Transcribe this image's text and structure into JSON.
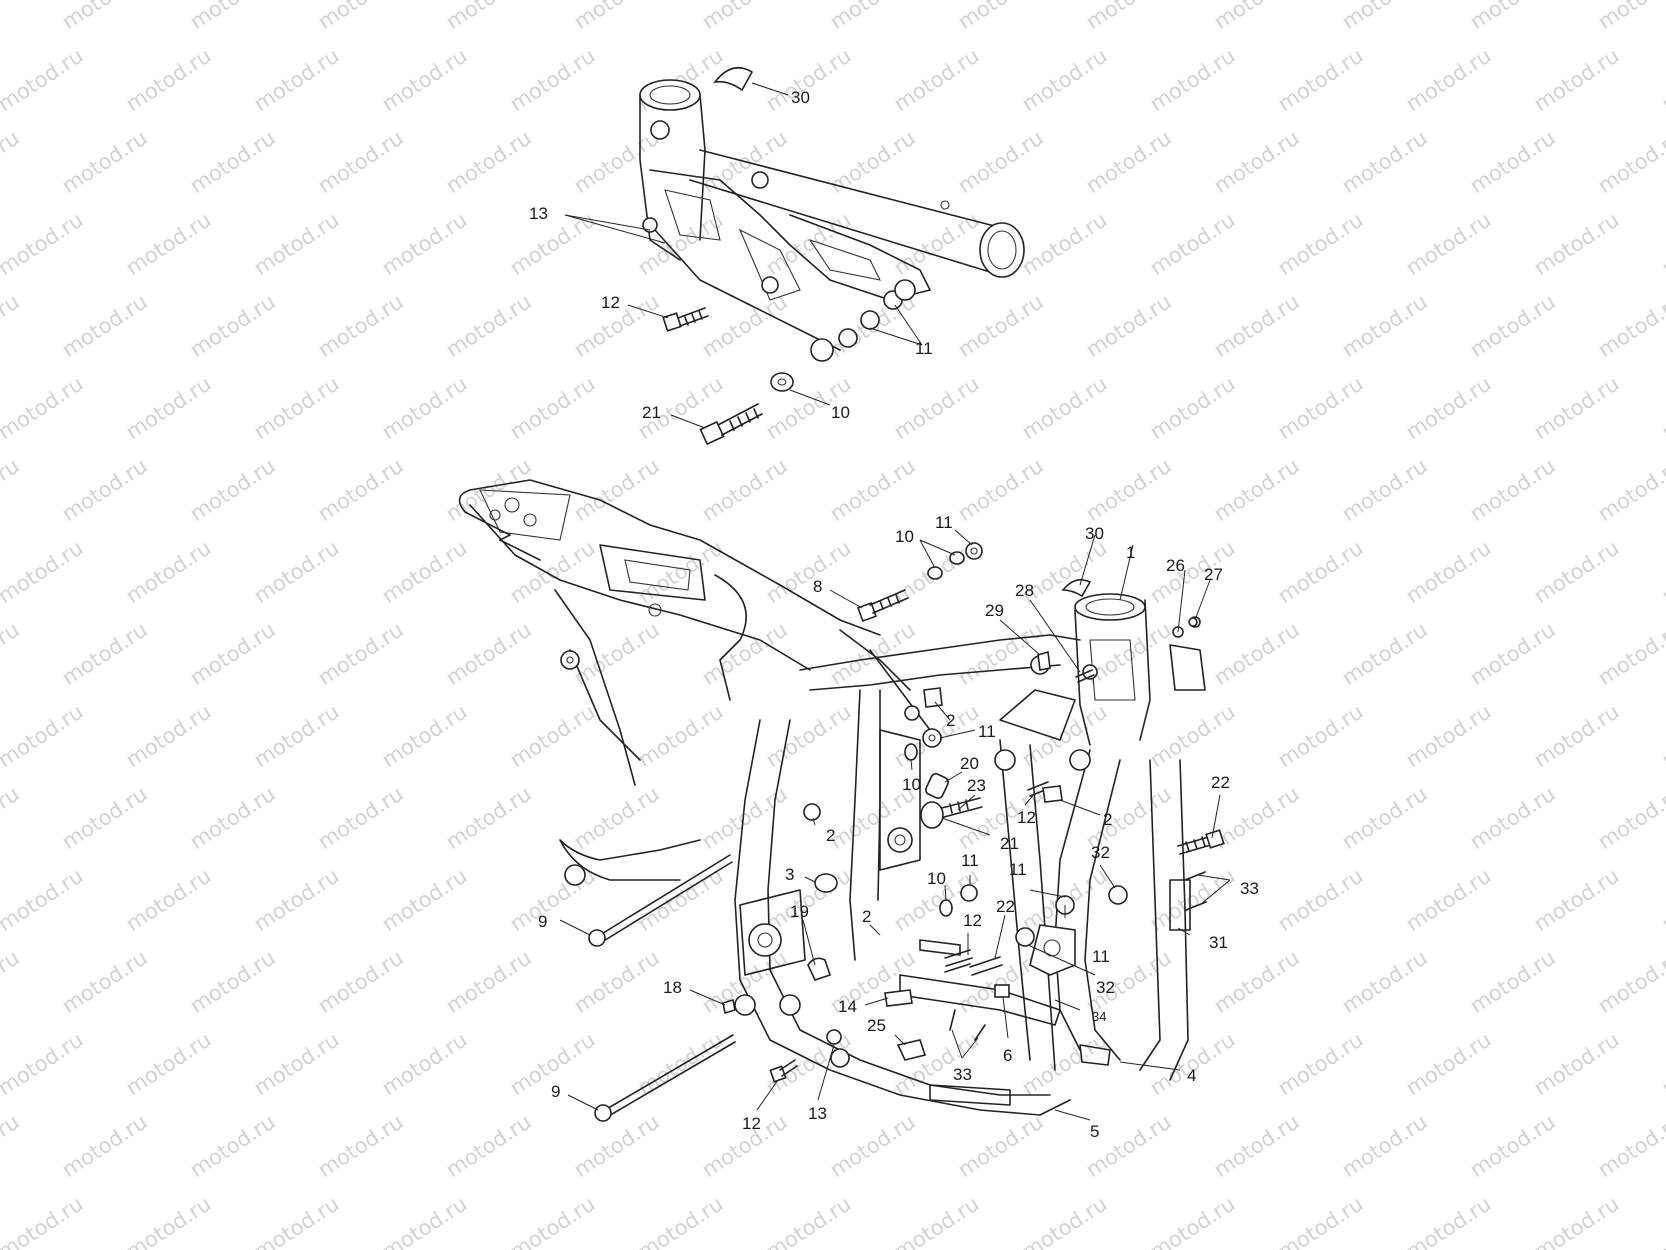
{
  "watermark": "motod.ru",
  "colors": {
    "line": "#222222",
    "watermark": "#d2d2d2",
    "background": "#ffffff"
  },
  "callouts": {
    "c30a": "30",
    "c13a": "13",
    "c12a": "12",
    "c11a": "11",
    "c21a": "21",
    "c10a": "10",
    "c11b": "11",
    "c10b": "10",
    "c30b": "30",
    "c1": "1",
    "c26": "26",
    "c27": "27",
    "c8": "8",
    "c28": "28",
    "c29": "29",
    "c2a": "2",
    "c11c": "11",
    "c20": "20",
    "c10c": "10",
    "c23": "23",
    "c12b": "12",
    "c2b": "2",
    "c22a": "22",
    "c21b": "21",
    "c2c": "2",
    "c32a": "32",
    "c33a": "33",
    "c3": "3",
    "c11d": "11",
    "c10d": "10",
    "c11e": "11",
    "c12c": "12",
    "c22b": "22",
    "c11f": "11",
    "c31": "31",
    "c9a": "9",
    "c19": "19",
    "c2d": "2",
    "c32b": "32",
    "c18": "18",
    "c14": "14",
    "c34": "34",
    "c25": "25",
    "c6": "6",
    "c33b": "33",
    "c4": "4",
    "c9b": "9",
    "c12d": "12",
    "c13b": "13",
    "c5": "5"
  }
}
